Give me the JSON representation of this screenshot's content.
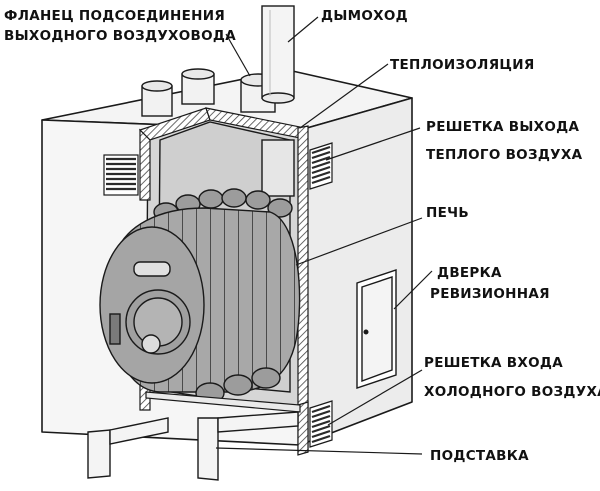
{
  "colors": {
    "line": "#1a1a1a",
    "body_light": "#f2f2f2",
    "body_side": "#e4e4e4",
    "interior": "#d0d0d0",
    "stove": "#9a9a9a",
    "stove_dark": "#6e6e6e",
    "insulation_hatch": "#555555",
    "grille": "#2a2a2a"
  },
  "labels": {
    "flange_line1": "ФЛАНЕЦ ПОДСОЕДИНЕНИЯ",
    "flange_line2": "ВЫХОДНОГО ВОЗДУХОВОДА",
    "chimney": "ДЫМОХОД",
    "insulation": "ТЕПЛОИЗОЛЯЦИЯ",
    "warm_grille_line1": "РЕШЕТКА ВЫХОДА",
    "warm_grille_line2": "ТЕПЛОГО ВОЗДУХА",
    "stove": "ПЕЧЬ",
    "door_line1": "ДВЕРКА",
    "door_line2": "РЕВИЗИОННАЯ",
    "cold_grille_line1": "РЕШЕТКА ВХОДА",
    "cold_grille_line2": "ХОЛОДНОГО ВОЗДУХА",
    "stand": "ПОДСТАВКА"
  },
  "icons": {
    "warm_grille_left": "vent-grille-icon",
    "warm_grille_right": "vent-grille-icon",
    "cold_grille": "vent-grille-icon"
  }
}
